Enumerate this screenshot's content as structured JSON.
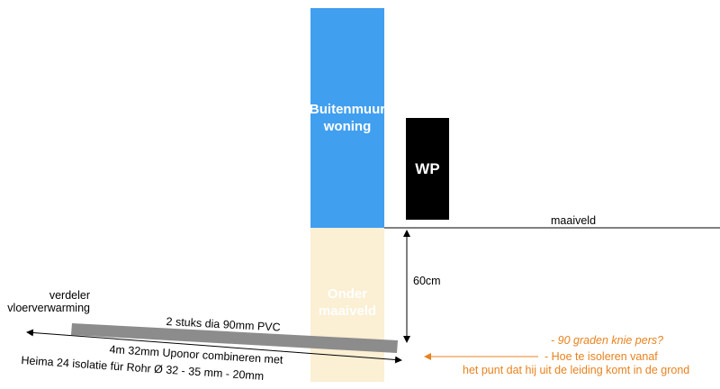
{
  "colors": {
    "wall_above": "#419ff0",
    "wall_below": "#fbefd4",
    "heat_pump": "#000000",
    "pipe": "#8c8c8c",
    "question_orange": "#e8821e"
  },
  "wall": {
    "above_ground_label": "Buitenmuur\nwoning",
    "below_ground_label": "Onder\nmaaiveld"
  },
  "heat_pump": {
    "label": "WP"
  },
  "ground": {
    "label": "maaiveld"
  },
  "depth": {
    "label": "60cm"
  },
  "distributor": {
    "label": "verdeler\nvloerverwarming"
  },
  "pipe": {
    "label": "2 stuks dia 90mm PVC"
  },
  "dimension": {
    "line1": "4m 32mm Uponor combineren met",
    "line2": "Heima 24 isolatie für Rohr Ø 32 - 35 mm - 20mm"
  },
  "questions": {
    "q1": "- 90 graden knie pers?",
    "q2_line1": "- Hoe te isoleren vanaf",
    "q2_line2": "het punt dat hij uit de leiding komt in de grond"
  }
}
